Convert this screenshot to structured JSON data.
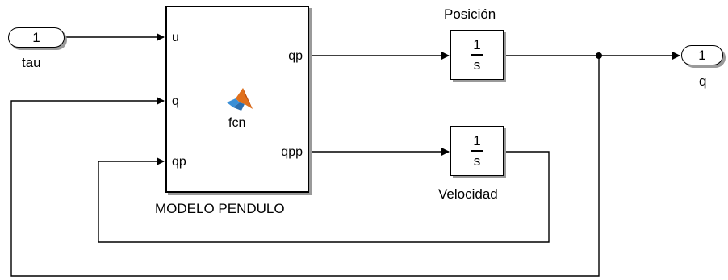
{
  "inport": {
    "number": "1",
    "name": "tau"
  },
  "outport": {
    "number": "1",
    "name": "q"
  },
  "function_block": {
    "caption": "MODELO PENDULO",
    "icon_name": "matlab-logo-icon",
    "function_name": "fcn",
    "inputs": [
      "u",
      "q",
      "qp"
    ],
    "outputs": [
      "qp",
      "qpp"
    ]
  },
  "integrator_position": {
    "label": "Posición",
    "numerator": "1",
    "denominator": "s"
  },
  "integrator_velocity": {
    "label": "Velocidad",
    "numerator": "1",
    "denominator": "s"
  }
}
